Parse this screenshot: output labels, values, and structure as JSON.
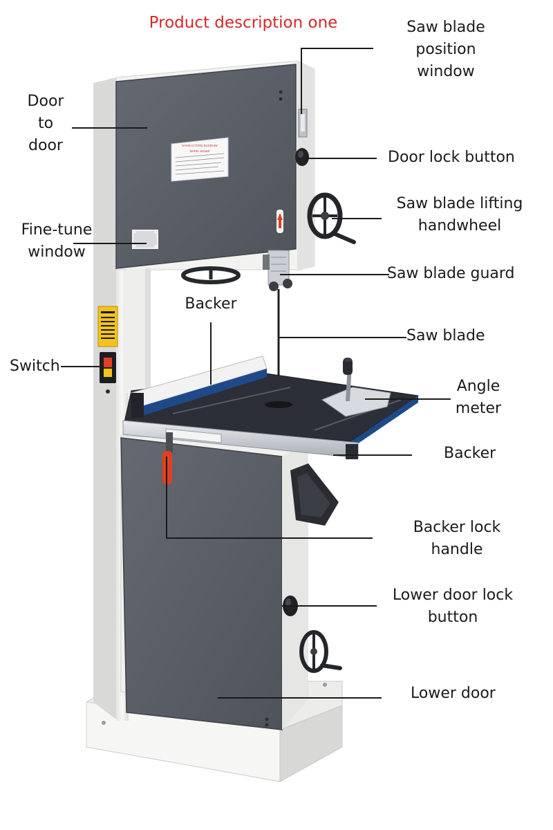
{
  "title": "Product description one",
  "colors": {
    "title": "#d62828",
    "body_white": "#f3f3f1",
    "door_gray": "#5b5f66",
    "table_dark": "#2c2f38",
    "fence_blue": "#1f4a8a",
    "rail_silver": "#c8ccd2",
    "handle_red": "#e0401f",
    "warning_yellow": "#f2c318"
  },
  "nameplate": {
    "line1": "WOOD CUTTING BANDSAW",
    "line2": "MODEL MJ346N"
  },
  "labels": {
    "saw_blade_position_window": "Saw blade\nposition\nwindow",
    "door_to_door": "Door\nto\ndoor",
    "door_lock_button": "Door lock button",
    "saw_blade_lifting_handwheel": "Saw blade lifting\nhandwheel",
    "fine_tune_window": "Fine-tune\nwindow",
    "saw_blade_guard": "Saw blade guard",
    "backer_top": "Backer",
    "saw_blade": "Saw blade",
    "switch": "Switch",
    "angle_meter": "Angle\nmeter",
    "backer_right": "Backer",
    "backer_lock_handle": "Backer lock\nhandle",
    "lower_door_lock_button": "Lower door lock\nbutton",
    "lower_door": "Lower door"
  }
}
